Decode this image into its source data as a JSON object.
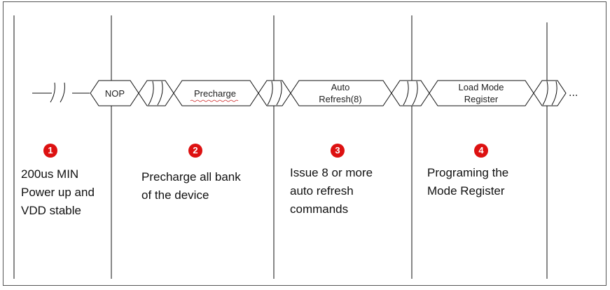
{
  "commands": [
    {
      "id": "nop",
      "lines": [
        "NOP"
      ]
    },
    {
      "id": "precharge",
      "lines": [
        "Precharge"
      ]
    },
    {
      "id": "auto-refresh",
      "lines": [
        "Auto",
        "Refresh(8)"
      ]
    },
    {
      "id": "load-mode-register",
      "lines": [
        "Load Mode",
        "Register"
      ]
    }
  ],
  "continuation": "...",
  "steps": [
    {
      "number": "1",
      "lines": [
        "200us MIN",
        "Power up and",
        "VDD stable"
      ]
    },
    {
      "number": "2",
      "lines": [
        "Precharge all bank",
        "of the device"
      ]
    },
    {
      "number": "3",
      "lines": [
        "Issue 8 or more",
        "auto refresh",
        "commands"
      ]
    },
    {
      "number": "4",
      "lines": [
        "Programing the",
        "Mode Register"
      ]
    }
  ],
  "colors": {
    "step_badge": "#dd1111",
    "line": "#111111"
  }
}
